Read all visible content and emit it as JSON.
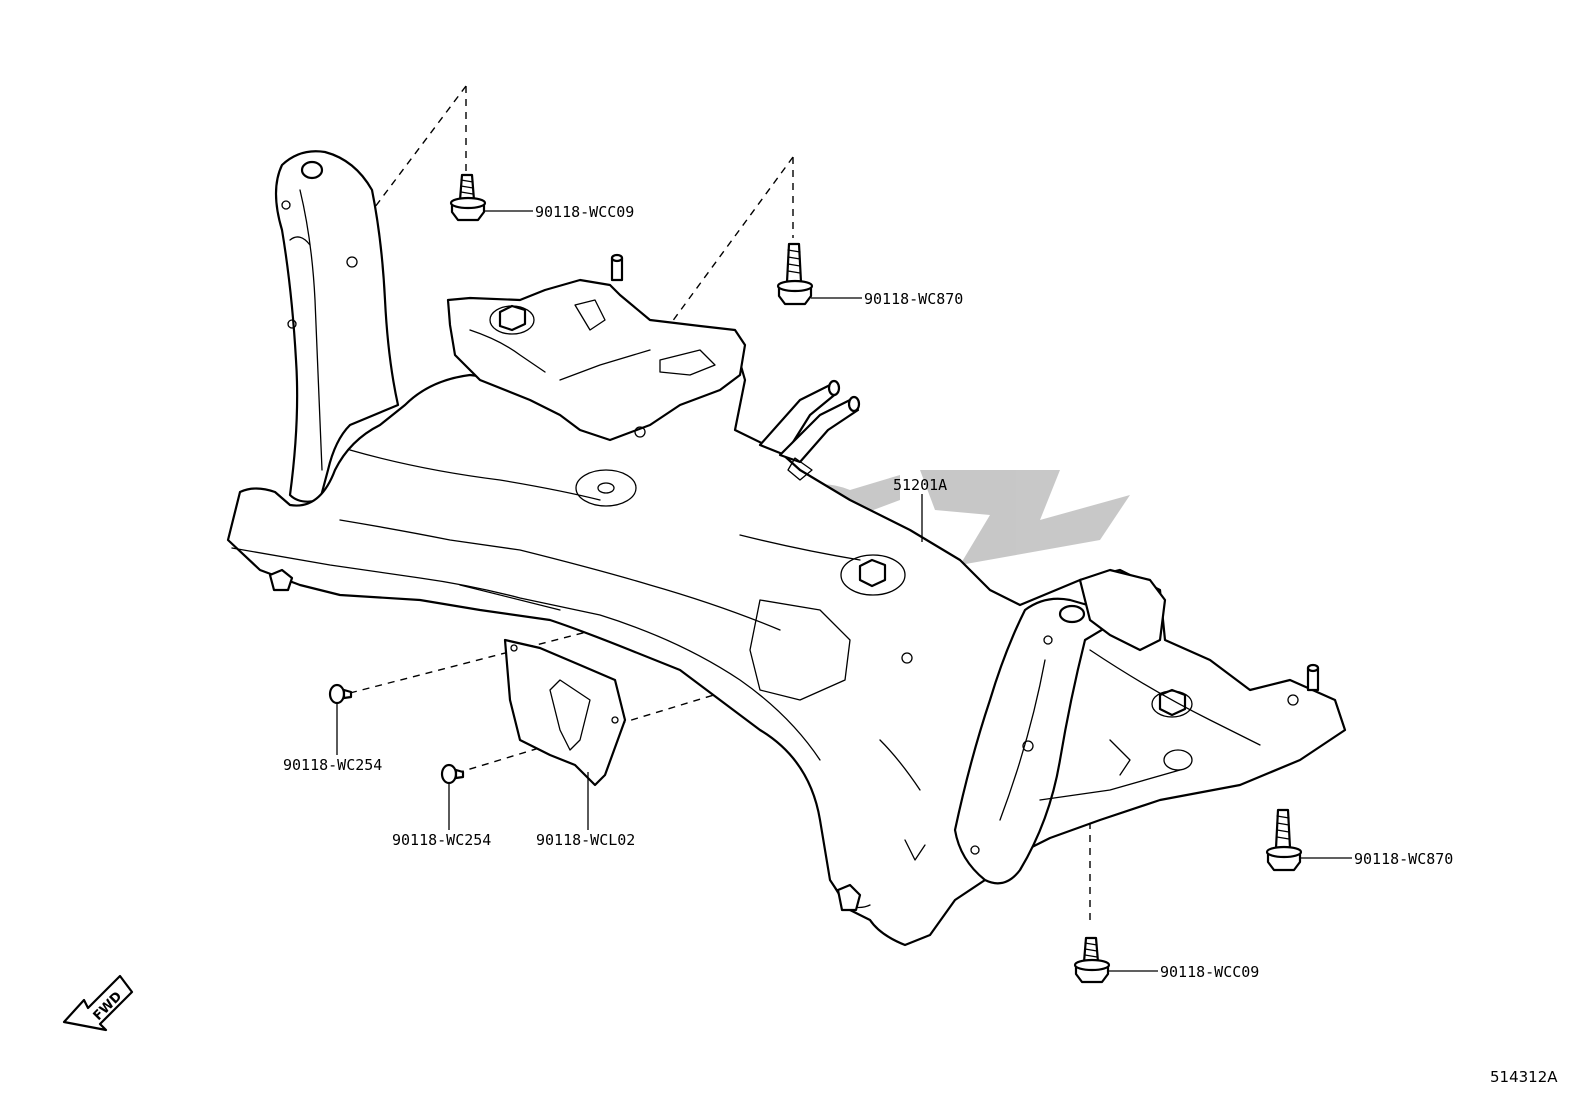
{
  "diagram": {
    "part_labels": [
      "90118-WCC09",
      "90118-WC870",
      "51201A",
      "90118-WC254",
      "90118-WC254",
      "90118-WCL02",
      "90118-WC870",
      "90118-WCC09"
    ],
    "direction_indicator": "FWD",
    "document_code": "514312A",
    "watermark_color": "#9a9a9a"
  }
}
